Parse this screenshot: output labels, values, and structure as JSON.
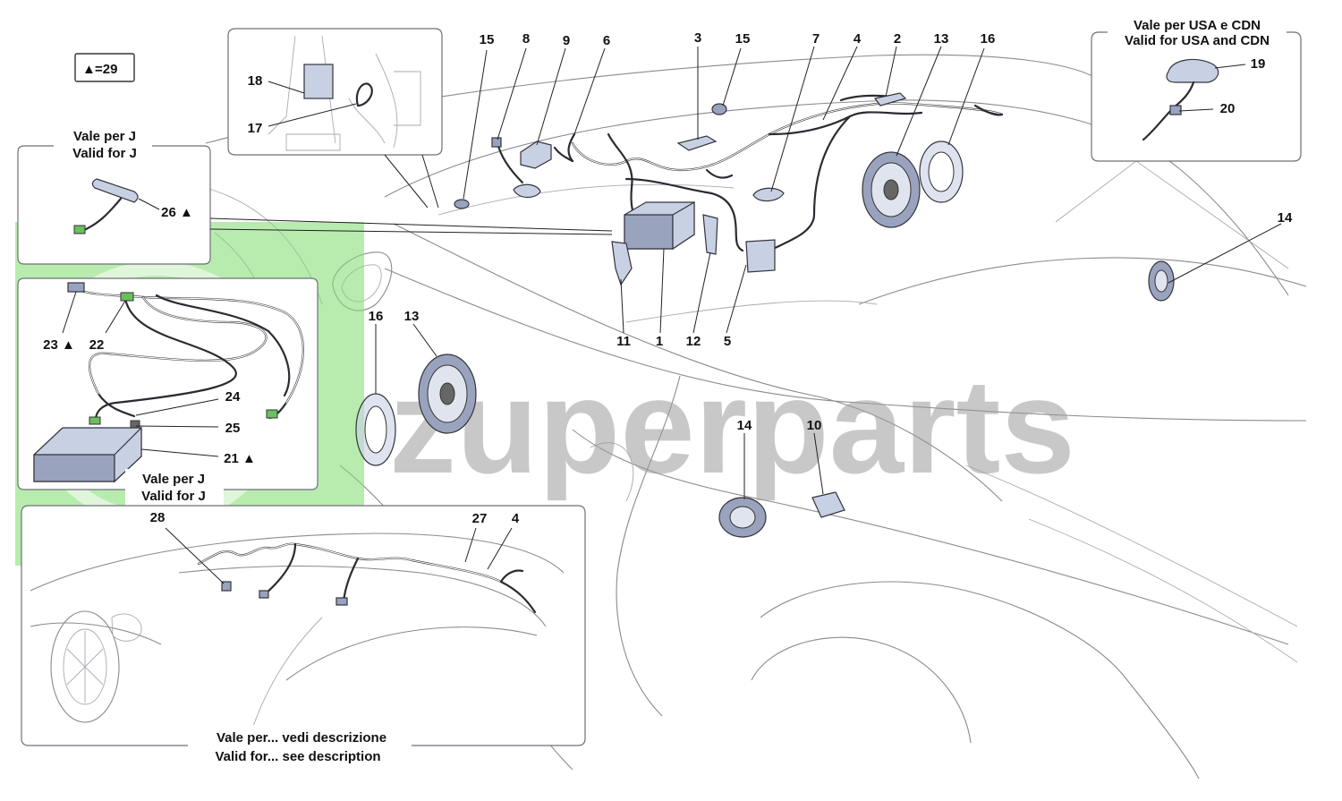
{
  "legend": {
    "symbol": "▲",
    "text": "=29"
  },
  "watermark": {
    "text": "zuperparts",
    "color": "#7ddc6b"
  },
  "notes": {
    "j_top": [
      "Vale per J",
      "Valid for J"
    ],
    "j_mid": [
      "Vale per J",
      "Valid for J"
    ],
    "usa": [
      "Vale per USA e CDN",
      "Valid for USA and CDN"
    ],
    "bottom": [
      "Vale per... vedi descrizione",
      "Valid for... see description"
    ]
  },
  "callouts": {
    "c1": "1",
    "c2": "2",
    "c3": "3",
    "c4": "4",
    "c4b": "4",
    "c5": "5",
    "c6": "6",
    "c7": "7",
    "c8": "8",
    "c9": "9",
    "c10": "10",
    "c11": "11",
    "c12": "12",
    "c13": "13",
    "c13b": "13",
    "c14": "14",
    "c14b": "14",
    "c15": "15",
    "c15b": "15",
    "c16": "16",
    "c16b": "16",
    "c17": "17",
    "c18": "18",
    "c19": "19",
    "c20": "20",
    "c21": "21 ▲",
    "c22": "22",
    "c23": "23 ▲",
    "c24": "24",
    "c25": "25",
    "c26": "26 ▲",
    "c27": "27",
    "c28": "28"
  }
}
